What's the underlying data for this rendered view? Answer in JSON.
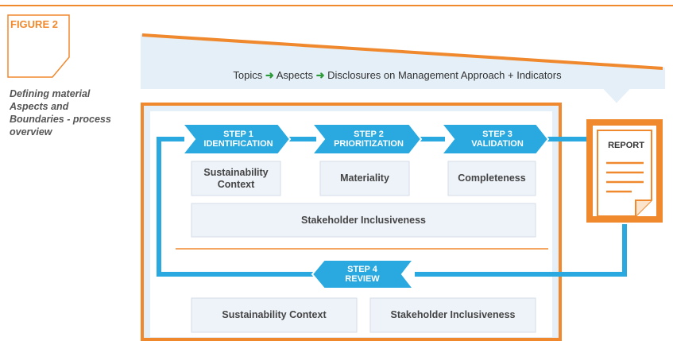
{
  "figure_label": "FIGURE 2",
  "side_title": "Defining material Aspects and Boundaries - process overview",
  "banner": {
    "topics": "Topics",
    "aspects": "Aspects",
    "rest": "Disclosures on Management Approach + Indicators"
  },
  "steps": [
    {
      "number": "STEP 1",
      "name": "IDENTIFICATION"
    },
    {
      "number": "STEP 2",
      "name": "PRIORITIZATION"
    },
    {
      "number": "STEP 3",
      "name": "VALIDATION"
    },
    {
      "number": "STEP 4",
      "name": "REVIEW"
    }
  ],
  "principles": {
    "sustainability_context": "Sustainability Context",
    "materiality": "Materiality",
    "completeness": "Completeness",
    "stakeholder_inclusiveness": "Stakeholder Inclusiveness"
  },
  "report_label": "REPORT",
  "colors": {
    "orange": "#F0892E",
    "blue": "#29A9DF",
    "pale_blue": "#E4EFF8",
    "box_fill": "#EEF3F9",
    "arrow_green": "#2E9B3A"
  }
}
